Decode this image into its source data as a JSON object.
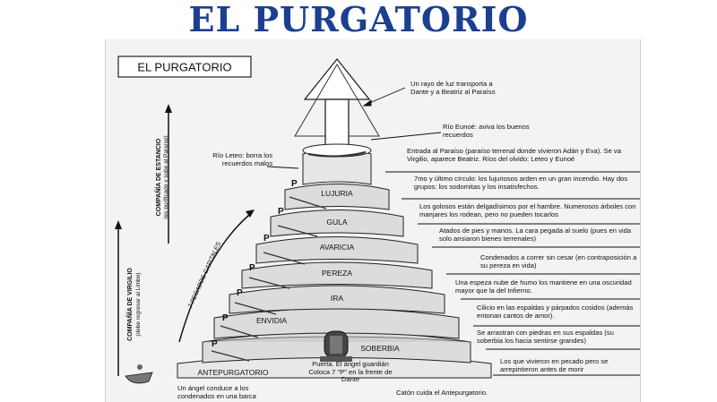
{
  "header": {
    "title": "EL PURGATORIO"
  },
  "diagram": {
    "box_title": "EL PURGATORIO",
    "terraces": [
      {
        "label": "LUJURIA",
        "p": "P"
      },
      {
        "label": "GULA",
        "p": "P"
      },
      {
        "label": "AVARICIA",
        "p": "P"
      },
      {
        "label": "PEREZA",
        "p": "P"
      },
      {
        "label": "IRA",
        "p": "P"
      },
      {
        "label": "ENVIDIA",
        "p": "P"
      },
      {
        "label": "SOBERBIA",
        "p": "P"
      }
    ],
    "antepurgatorio": "ANTEPURGATORIO",
    "side_labels": {
      "estancio_1": "COMPAÑÍA DE ESTANCIO",
      "estancio_2": "(es purificado y sube al Paraíso)",
      "virgilio_1": "COMPAÑÍA DE VIRGILIO",
      "virgilio_2": "(debe regresar al Limbo)",
      "pecados": "7 PECADOS CAPITALES"
    },
    "notes": {
      "rayo": "Un rayo de luz transporta a Dante y a Beatriz al Paraíso",
      "eunoe": "Río Eunoé: aviva los buenos recuerdos",
      "leteo": "Río Leteo: borra los recuerdos malos",
      "paraiso": "Entrada al Paraíso (paraíso terrenal donde vivieron Adán y Eva). Se va Virgilio, aparece Beatriz. Ríos del olvido: Leteo y Eunoé",
      "lujuria": "7mo y último círculo: los lujuriosos arden en un gran incendio. Hay dos grupos: los sodomitas y los insatisfechos.",
      "gula": "Los golosos están delgadísimos por el hambre. Numerosos árboles con manjares los rodean, pero no pueden tocarlos",
      "avaricia": "Atados de pies y manos. La cara pegada al suelo (pues en vida solo ansiaron bienes terrenales)",
      "pereza": "Condenados a correr sin cesar (en contraposición a su pereza en vida)",
      "ira": "Una espeza nube de humo los mantiene en una oscuridad mayor que la del Infierno.",
      "envidia": "Cilicio en las espaldas y párpados cosidos (además entonan cantos de amor).",
      "soberbia": "Se arrastran con piedras en sus espaldas (su soberbia los hacia sentirse grandes)",
      "ante": "Los que vivieron en pecado pero se arrepintieron antes de morir",
      "puerta": "Puerta. El ángel guardián Coloca 7 \"P\" en la frente de Dante",
      "angel": "Un ángel conduce a los condenados en una barca",
      "caton": "Catón cuida el Antepurgatorio."
    }
  }
}
